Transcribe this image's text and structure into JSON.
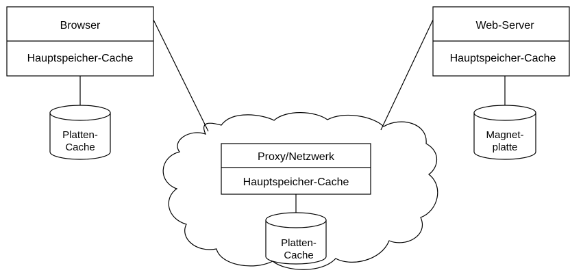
{
  "browser": {
    "title": "Browser",
    "cache_label": "Hauptspeicher-Cache",
    "disk_line1": "Platten-",
    "disk_line2": "Cache"
  },
  "server": {
    "title": "Web-Server",
    "cache_label": "Hauptspeicher-Cache",
    "disk_line1": "Magnet-",
    "disk_line2": "platte"
  },
  "proxy": {
    "title": "Proxy/Netzwerk",
    "cache_label": "Hauptspeicher-Cache",
    "disk_line1": "Platten-",
    "disk_line2": "Cache"
  },
  "colors": {
    "stroke": "#000000",
    "fill": "#ffffff"
  }
}
